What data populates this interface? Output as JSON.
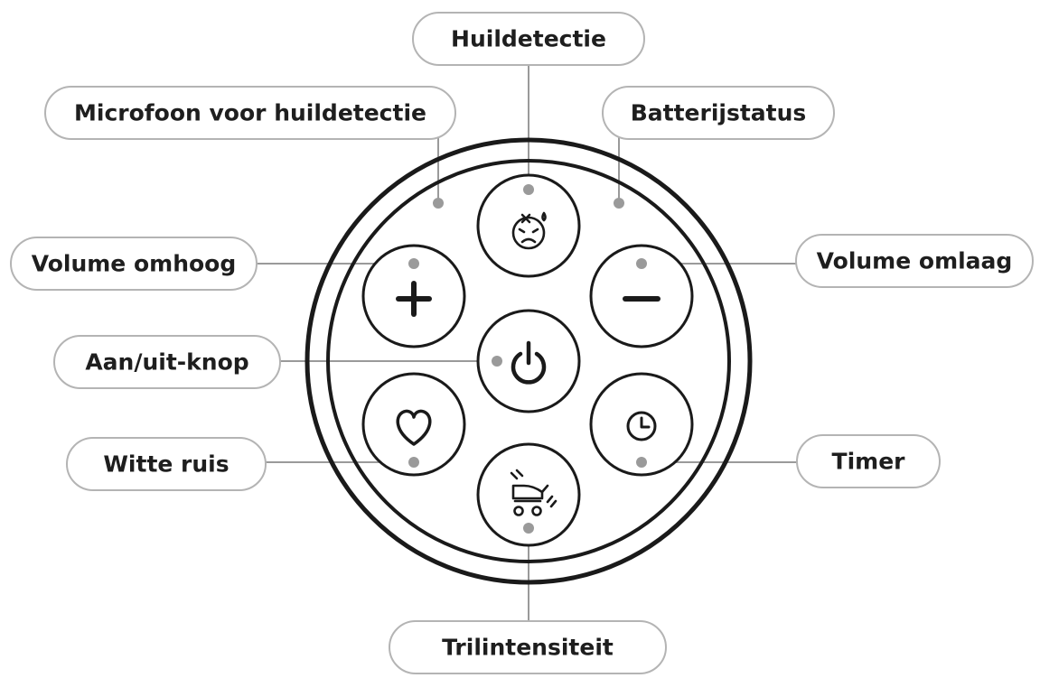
{
  "colors": {
    "outline": "#1a1a1a",
    "leader": "#9a9a9a",
    "pill_border": "#b4b4b4",
    "text": "#1e1e1e"
  },
  "labels": {
    "cry_detection": "Huildetectie",
    "cry_microphone": "Microfoon voor huildetectie",
    "battery_status": "Batterijstatus",
    "volume_up": "Volume omhoog",
    "volume_down": "Volume omlaag",
    "power_button": "Aan/uit-knop",
    "white_noise": "Witte ruis",
    "timer": "Timer",
    "vibration_intensity": "Trilintensiteit"
  },
  "buttons": [
    {
      "id": "cry-detection",
      "icon": "crying-baby-icon"
    },
    {
      "id": "volume-up",
      "icon": "plus-icon"
    },
    {
      "id": "volume-down",
      "icon": "minus-icon"
    },
    {
      "id": "power",
      "icon": "power-icon"
    },
    {
      "id": "white-noise",
      "icon": "heart-icon"
    },
    {
      "id": "timer",
      "icon": "clock-icon"
    },
    {
      "id": "vibration",
      "icon": "vibrating-stroller-icon"
    }
  ]
}
